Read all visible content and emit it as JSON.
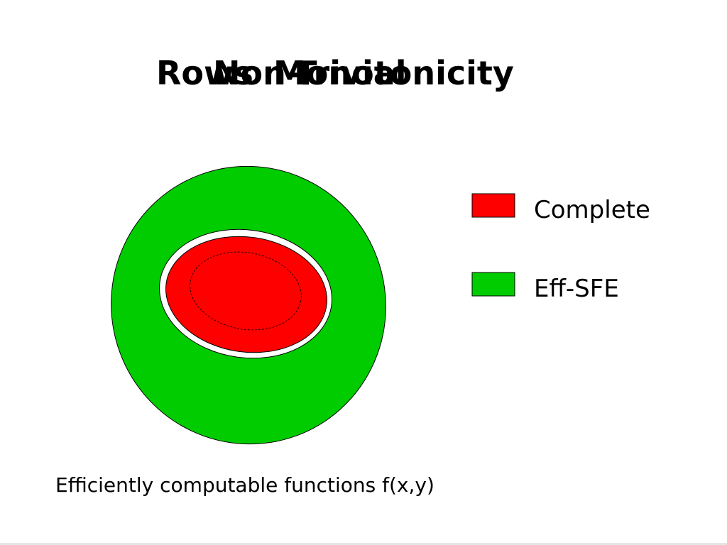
{
  "slide": {
    "title_layers": [
      "Rows",
      "Non-Trivial",
      "Monotonicity"
    ],
    "legend": [
      {
        "label": "Complete",
        "color": "#ff0000"
      },
      {
        "label": "Eff-SFE",
        "color": "#00cc00"
      }
    ],
    "caption": "Efficiently computable functions f(x,y)"
  },
  "colors": {
    "complete": "#ff0000",
    "eff_sfe": "#00cc00",
    "outline": "#000000"
  }
}
